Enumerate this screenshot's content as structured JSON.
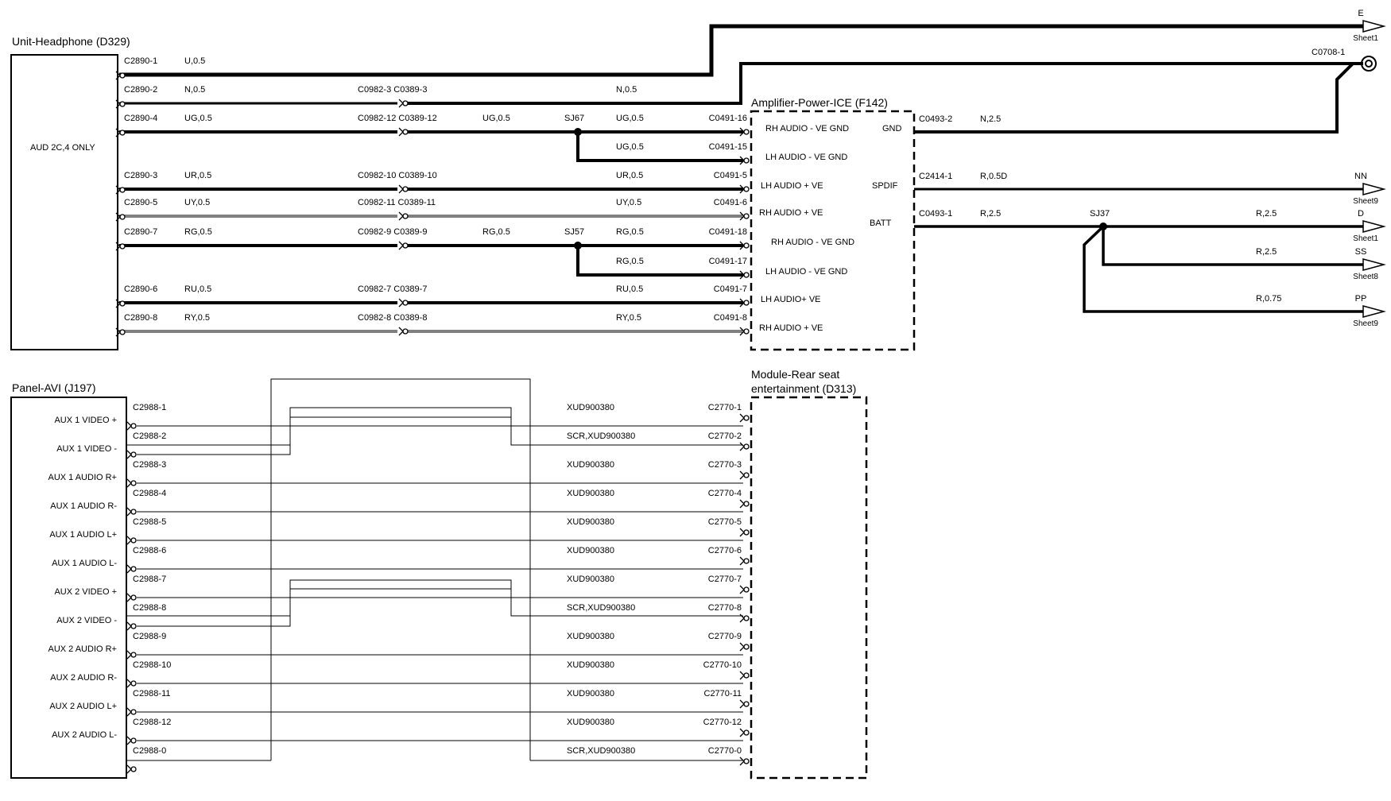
{
  "units": {
    "headphone": {
      "title": "Unit-Headphone (D329)",
      "note": "AUD 2C,4 ONLY"
    },
    "amplifier": {
      "title": "Amplifier-Power-ICE (F142)"
    },
    "panel": {
      "title": "Panel-AVI (J197)"
    },
    "module": {
      "title_line1": "Module-Rear seat",
      "title_line2": "entertainment (D313)"
    }
  },
  "top_wires": [
    {
      "conn": "C2890-1",
      "color": "U,0.5",
      "type": "thick"
    },
    {
      "conn": "C2890-2",
      "color": "N,0.5",
      "inline": "C0982-3 C0389-3",
      "mid_color": "N,0.5",
      "type": "thin"
    },
    {
      "conn": "C2890-4",
      "color": "UG,0.5",
      "inline": "C0982-12 C0389-12",
      "inline_color": "UG,0.5",
      "splice": "SJ67",
      "mid_color": "UG,0.5",
      "end": "C0491-16",
      "pin": "RH AUDIO - VE GND",
      "type": "thick"
    },
    {
      "mid_color": "UG,0.5",
      "end": "C0491-15",
      "pin": "LH AUDIO - VE GND",
      "type": "thick"
    },
    {
      "conn": "C2890-3",
      "color": "UR,0.5",
      "inline": "C0982-10 C0389-10",
      "mid_color": "UR,0.5",
      "end": "C0491-5",
      "pin": "LH AUDIO + VE",
      "type": "thick"
    },
    {
      "conn": "C2890-5",
      "color": "UY,0.5",
      "inline": "C0982-11 C0389-11",
      "mid_color": "UY,0.5",
      "end": "C0491-6",
      "pin": "RH AUDIO + VE",
      "type": "thin"
    },
    {
      "conn": "C2890-7",
      "color": "RG,0.5",
      "inline": "C0982-9 C0389-9",
      "inline_color": "RG,0.5",
      "splice": "SJ57",
      "mid_color": "RG,0.5",
      "end": "C0491-18",
      "pin": "RH AUDIO - VE GND",
      "type": "thick"
    },
    {
      "mid_color": "RG,0.5",
      "end": "C0491-17",
      "pin": "LH AUDIO - VE GND",
      "type": "thick"
    },
    {
      "conn": "C2890-6",
      "color": "RU,0.5",
      "inline": "C0982-7 C0389-7",
      "mid_color": "RU,0.5",
      "end": "C0491-7",
      "pin": "LH AUDIO+ VE",
      "type": "thick"
    },
    {
      "conn": "C2890-8",
      "color": "RY,0.5",
      "inline": "C0982-8 C0389-8",
      "mid_color": "RY,0.5",
      "end": "C0491-8",
      "pin": "RH AUDIO + VE",
      "type": "thin"
    }
  ],
  "amp_right": {
    "gnd_label": "GND",
    "gnd_conn": "C0493-2",
    "gnd_color": "N,2.5",
    "spdif_label": "SPDIF",
    "spdif_conn": "C2414-1",
    "spdif_color": "R,0.5D",
    "batt_label": "BATT",
    "batt_conn": "C0493-1",
    "batt_color": "R,2.5",
    "splice": "SJ37",
    "c0708": "C0708-1"
  },
  "arrows": [
    {
      "letter": "E",
      "sheet": "Sheet1"
    },
    {
      "letter": "NN",
      "sheet": "Sheet9"
    },
    {
      "letter": "D",
      "sheet": "Sheet1",
      "color": "R,2.5"
    },
    {
      "letter": "SS",
      "sheet": "Sheet8",
      "color": "R,2.5"
    },
    {
      "letter": "PP",
      "sheet": "Sheet9",
      "color": "R,0.75"
    }
  ],
  "panel_pins": [
    {
      "label": "AUX 1 VIDEO +",
      "conn": "C2988-1",
      "cable": "XUD900380",
      "end": "C2770-1"
    },
    {
      "label": "AUX 1 VIDEO -",
      "conn": "C2988-2",
      "cable": "SCR,XUD900380",
      "end": "C2770-2"
    },
    {
      "label": "AUX 1 AUDIO R+",
      "conn": "C2988-3",
      "cable": "XUD900380",
      "end": "C2770-3"
    },
    {
      "label": "AUX 1 AUDIO R-",
      "conn": "C2988-4",
      "cable": "XUD900380",
      "end": "C2770-4"
    },
    {
      "label": "AUX 1 AUDIO L+",
      "conn": "C2988-5",
      "cable": "XUD900380",
      "end": "C2770-5"
    },
    {
      "label": "AUX 1 AUDIO L-",
      "conn": "C2988-6",
      "cable": "XUD900380",
      "end": "C2770-6"
    },
    {
      "label": "AUX 2 VIDEO +",
      "conn": "C2988-7",
      "cable": "XUD900380",
      "end": "C2770-7"
    },
    {
      "label": "AUX 2 VIDEO -",
      "conn": "C2988-8",
      "cable": "SCR,XUD900380",
      "end": "C2770-8"
    },
    {
      "label": "AUX 2 AUDIO R+",
      "conn": "C2988-9",
      "cable": "XUD900380",
      "end": "C2770-9"
    },
    {
      "label": "AUX 2 AUDIO R-",
      "conn": "C2988-10",
      "cable": "XUD900380",
      "end": "C2770-10"
    },
    {
      "label": "AUX 2 AUDIO L+",
      "conn": "C2988-11",
      "cable": "XUD900380",
      "end": "C2770-11"
    },
    {
      "label": "AUX 2 AUDIO L-",
      "conn": "C2988-12",
      "cable": "XUD900380",
      "end": "C2770-12"
    },
    {
      "label": "",
      "conn": "C2988-0",
      "cable": "SCR,XUD900380",
      "end": "C2770-0"
    }
  ]
}
